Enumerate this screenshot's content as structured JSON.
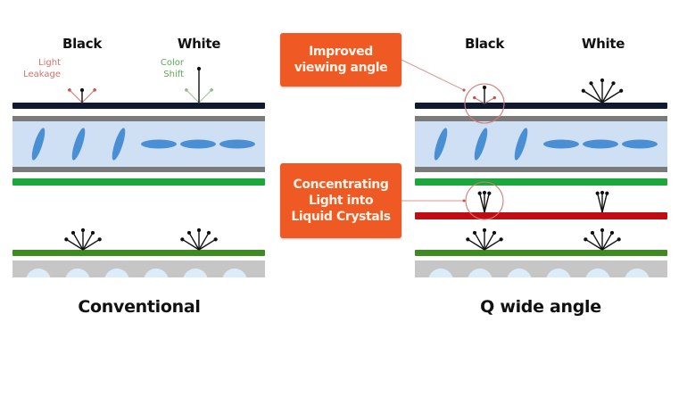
{
  "colors": {
    "top_polarizer": "#0f1a30",
    "glass": "#7a7a7a",
    "liquid_crystal_bg": "#cfe0f5",
    "liquid_crystal": "#4a8ed4",
    "color_filter_green": "#1aa83a",
    "q_layer_red": "#c00d14",
    "diffuser_green": "#3f8a23",
    "backlight_bg": "#c6c6c6",
    "backlight_led": "#dcecf8",
    "callout": "#ef5a24",
    "leak_arrow": "#c98a80",
    "shift_arrow": "#a9c9a0",
    "highlight_circle": "#d47a74"
  },
  "left_panel": {
    "caption": "Conventional",
    "headings": {
      "black": "Black",
      "white": "White"
    },
    "annotations": {
      "light_leakage": [
        "Light",
        "Leakage"
      ],
      "color_shift": [
        "Color",
        "Shift"
      ]
    }
  },
  "right_panel": {
    "caption": "Q wide angle",
    "headings": {
      "black": "Black",
      "white": "White"
    }
  },
  "callouts": {
    "viewing_angle": [
      "Improved",
      "viewing angle"
    ],
    "concentrating": [
      "Concentrating",
      "Light into",
      "Liquid Crystals"
    ]
  },
  "layers": {
    "conventional": [
      "top_polarizer",
      "glass",
      "liquid_crystal",
      "glass",
      "color_filter_green",
      "diffuser_green",
      "backlight"
    ],
    "q_wide_angle": [
      "top_polarizer",
      "glass",
      "liquid_crystal",
      "glass",
      "color_filter_green",
      "q_layer_red",
      "diffuser_green",
      "backlight"
    ]
  },
  "liquid_crystal_states": {
    "black_tilted_count": 3,
    "white_horizontal_count": 3
  },
  "backlight_led_count": 6
}
